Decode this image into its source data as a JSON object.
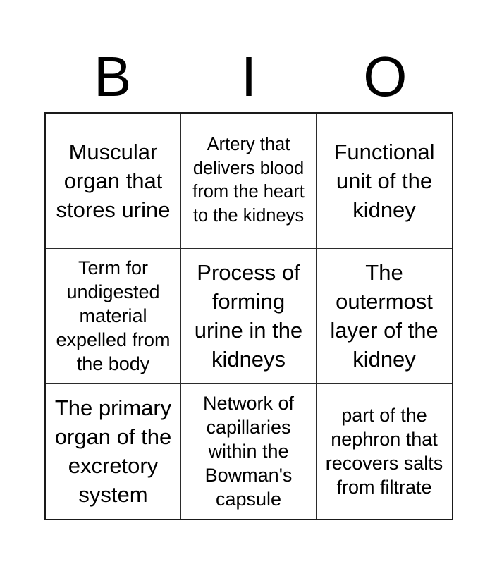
{
  "card": {
    "title_letters": [
      {
        "letter": "B"
      },
      {
        "letter": "I"
      },
      {
        "letter": "O"
      }
    ],
    "grid": {
      "rows": 3,
      "columns": 3,
      "border_color": "#000000",
      "background_color": "#ffffff",
      "text_color": "#000000"
    },
    "cells": [
      {
        "text": "Muscular organ that stores urine"
      },
      {
        "text": "Artery that delivers blood from the heart to the kidneys"
      },
      {
        "text": "Functional unit of the kidney"
      },
      {
        "text": "Term for undigested material expelled from the body"
      },
      {
        "text": "Process of forming urine in the kidneys"
      },
      {
        "text": "The outermost layer of the kidney"
      },
      {
        "text": "The primary organ of the excretory system"
      },
      {
        "text": "Network of capillaries within the Bowman's capsule"
      },
      {
        "text": "part of the nephron that recovers salts from filtrate"
      }
    ]
  }
}
